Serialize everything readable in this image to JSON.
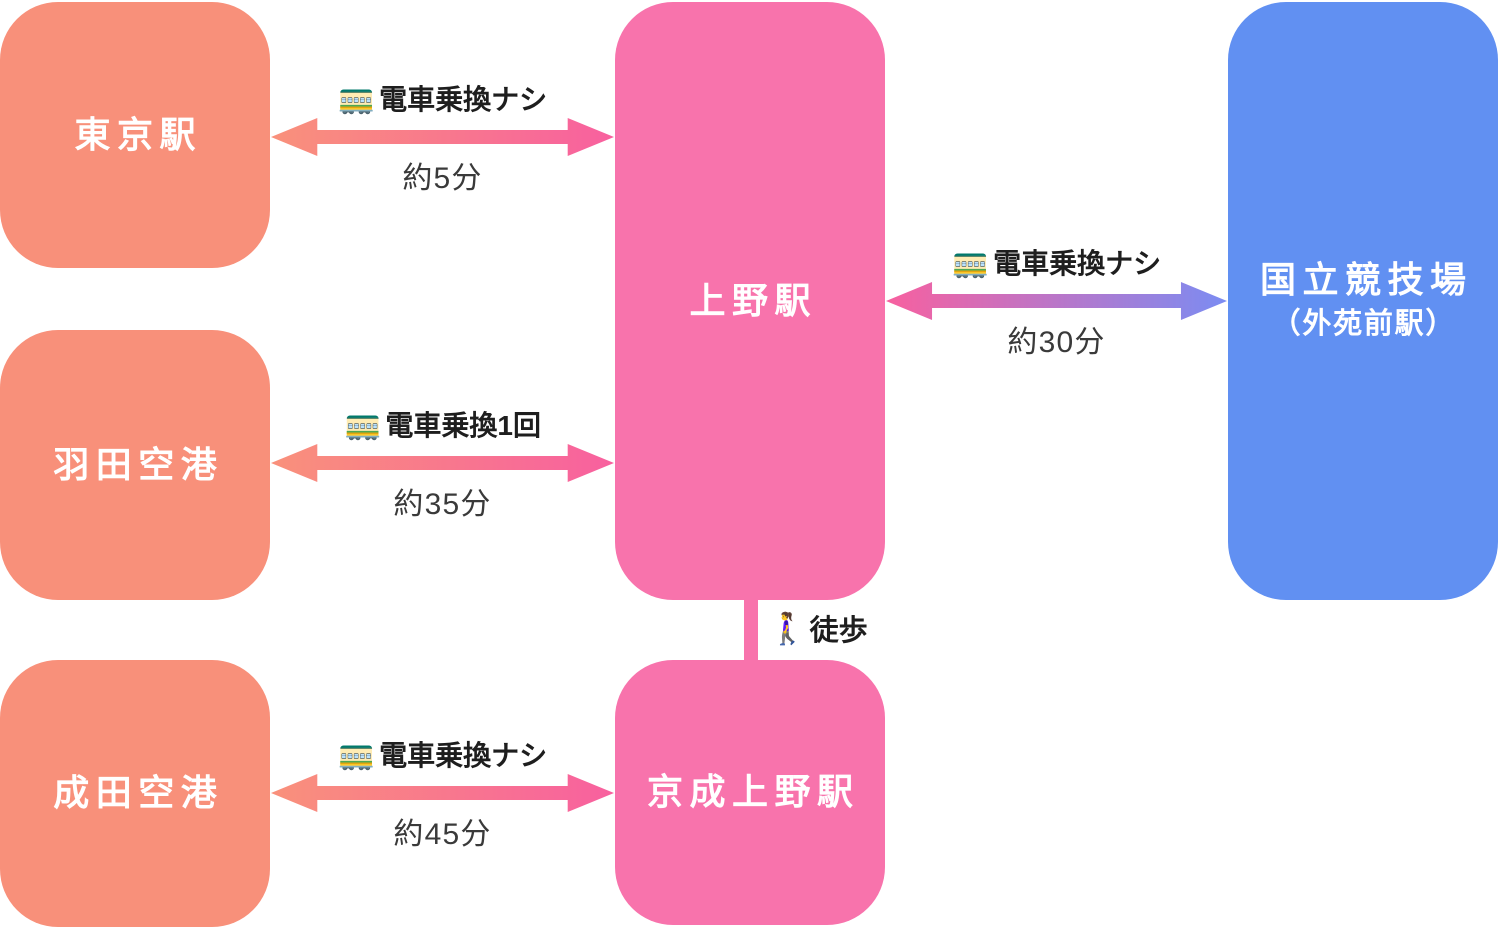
{
  "colors": {
    "salmon": "#F8907A",
    "pink": "#F873AC",
    "blue": "#6190F2",
    "arrow-salmon": "#F9917B",
    "arrow-pink": "#F8609F",
    "arrow-blue": "#7B8CF2",
    "label-dark": "#1E1E1E",
    "time-gray": "#3A3A3A",
    "white": "#FFFFFF"
  },
  "nodes": [
    {
      "id": "tokyo",
      "label": "東京駅"
    },
    {
      "id": "haneda",
      "label": "羽田空港"
    },
    {
      "id": "narita",
      "label": "成田空港"
    },
    {
      "id": "ueno",
      "label": "上野駅"
    },
    {
      "id": "keisei",
      "label": "京成上野駅"
    },
    {
      "id": "stadium",
      "label": "国立競技場",
      "sublabel": "（外苑前駅）"
    }
  ],
  "edges": [
    {
      "from": "tokyo",
      "to": "ueno",
      "icon": "🚃",
      "method": "電車乗換ナシ",
      "time": "約5分"
    },
    {
      "from": "haneda",
      "to": "ueno",
      "icon": "🚃",
      "method": "電車乗換1回",
      "time": "約35分"
    },
    {
      "from": "narita",
      "to": "keisei",
      "icon": "🚃",
      "method": "電車乗換ナシ",
      "time": "約45分"
    },
    {
      "from": "ueno",
      "to": "stadium",
      "icon": "🚃",
      "method": "電車乗換ナシ",
      "time": "約30分"
    },
    {
      "from": "ueno",
      "to": "keisei",
      "icon": "🚶‍♀️",
      "method": "徒歩"
    }
  ]
}
